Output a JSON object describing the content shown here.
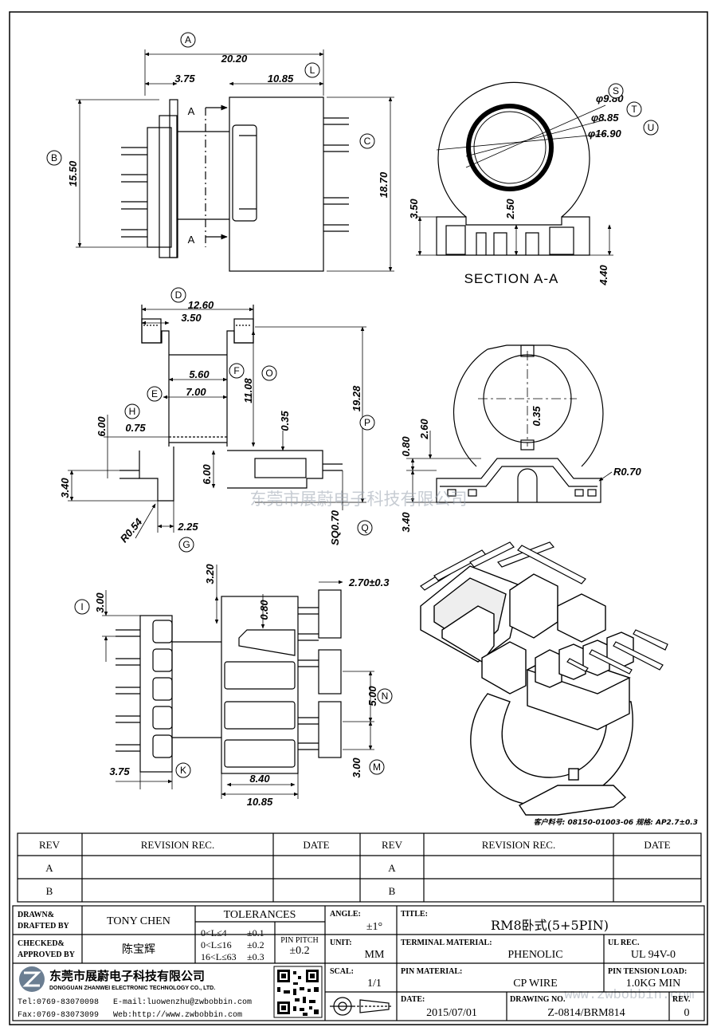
{
  "dimensions": {
    "top_left": {
      "a": "20.20",
      "d375": "3.75",
      "d1085": "10.85",
      "b": "15.50",
      "c": "18.70",
      "sec_a": "A"
    },
    "section": {
      "s": "φ9.80",
      "t": "φ8.85",
      "u": "φ16.90",
      "d350": "3.50",
      "d250": "2.50",
      "d440": "4.40",
      "title": "SECTION A-A"
    },
    "mid_left": {
      "d1260": "12.60",
      "d350": "3.50",
      "d560": "5.60",
      "d700": "7.00",
      "d1108": "11.08",
      "d1928": "19.28",
      "d075": "0.75",
      "d035": "0.35",
      "d600a": "6.00",
      "d600b": "6.00",
      "d340": "3.40",
      "r054": "R0.54",
      "d225": "2.25",
      "sq070": "SQ0.70"
    },
    "mid_right": {
      "d260": "2.60",
      "d080": "0.80",
      "d035": "0.35",
      "r070": "R0.70",
      "d340": "3.40"
    },
    "bottom_left": {
      "d320": "3.20",
      "d270": "2.70±0.3",
      "d300a": "3.00",
      "d080": "0.80",
      "d500": "5.00",
      "d300b": "3.00",
      "d375": "3.75",
      "d840": "8.40",
      "d1085": "10.85"
    }
  },
  "refs": {
    "A": "A",
    "B": "B",
    "C": "C",
    "D": "D",
    "E": "E",
    "F": "F",
    "G": "G",
    "H": "H",
    "I": "I",
    "K": "K",
    "L": "L",
    "M": "M",
    "N": "N",
    "O": "O",
    "P": "P",
    "Q": "Q",
    "S": "S",
    "T": "T",
    "U": "U"
  },
  "customer_note": "客户料号: 08150-01003-06 规格: AP2.7±0.3",
  "watermark": {
    "cn": "东莞市展蔚电子科技有限公司",
    "web": "www.zwbobbin.com"
  },
  "revision": {
    "headers": [
      "REV",
      "REVISION REC.",
      "DATE",
      "REV",
      "REVISION REC.",
      "DATE"
    ],
    "rows": [
      [
        "A",
        "",
        "",
        "A",
        "",
        ""
      ],
      [
        "B",
        "",
        "",
        "B",
        "",
        ""
      ]
    ]
  },
  "title_block": {
    "drawn_label": "DRAWN&\nDRAFTED BY",
    "drawn_label_1": "DRAWN&",
    "drawn_label_2": "DRAFTED BY",
    "drawn_value": "TONY CHEN",
    "checked_label_1": "CHECKED&",
    "checked_label_2": "APPROVED BY",
    "checked_value": "陈宝辉",
    "tolerances_label": "TOLERANCES",
    "tol": [
      {
        "range": "0<L≤4",
        "val": "±0.1"
      },
      {
        "range": "0<L≤16",
        "val": "±0.2"
      },
      {
        "range": "16<L≤63",
        "val": "±0.3"
      }
    ],
    "pin_pitch_label": "PIN PITCH",
    "pin_pitch_value": "±0.2",
    "angle_label": "ANGLE:",
    "angle_value": "±1°",
    "unit_label": "UNIT:",
    "unit_value": "MM",
    "scale_label": "SCAL:",
    "scale_value": "1/1",
    "title_label": "TITLE:",
    "title_value": "RM8卧式(5+5PIN)",
    "terminal_label": "TERMINAL MATERIAL:",
    "terminal_value": "PHENOLIC",
    "ul_label": "UL REC.",
    "ul_value": "UL 94V-0",
    "pin_mat_label": "PIN MATERIAL:",
    "pin_mat_value": "CP WIRE",
    "tension_label": "PIN TENSION LOAD:",
    "tension_value": "1.0KG MIN",
    "date_label": "DATE:",
    "date_value": "2015/07/01",
    "drawing_label": "DRAWING NO.",
    "drawing_value": "Z-0814/BRM814",
    "rev_label": "REV.",
    "rev_value": "0",
    "company_cn": "东莞市展蔚电子科技有限公司",
    "company_en": "DONGGUAN ZHANWEI ELECTRONIC TECHNOLOGY CO., LTD.",
    "tel": "Tel:0769-83070098",
    "email": "E-mail:luowenzhu@zwbobbin.com",
    "fax": "Fax:0769-83073099",
    "web": "Web:http://www.zwbobbin.com"
  }
}
